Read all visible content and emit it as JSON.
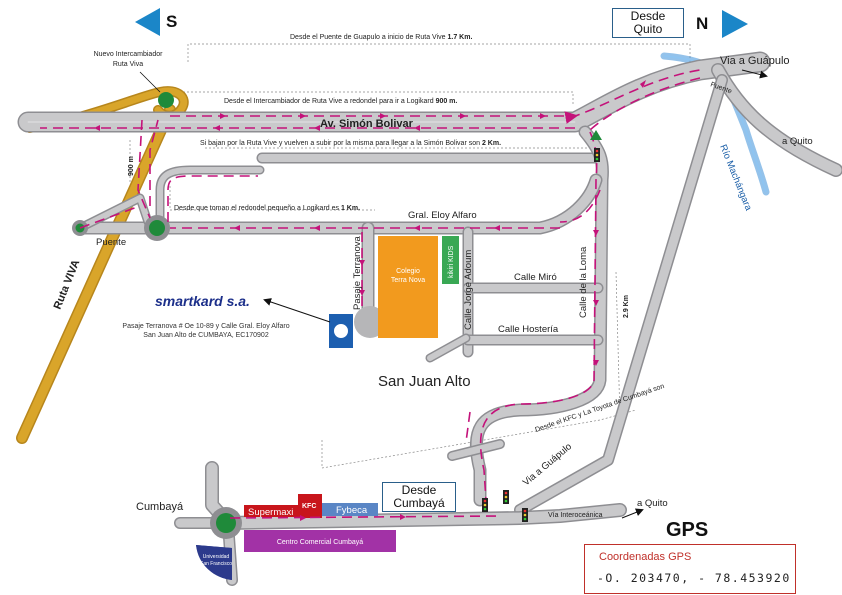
{
  "compass": {
    "south": "S",
    "north": "N"
  },
  "boxes": {
    "desde_quito": "Desde Quito",
    "desde_cumbaya": "Desde Cumbayá"
  },
  "distances": {
    "guapulo_to_ruta_viva_label": "Desde el Puente de Guapulo a inicio de Ruta Vive",
    "guapulo_to_ruta_viva_value": "1.7 Km.",
    "intercambiador_label": "Desde el Intercambiador de Ruta Vive a redondel para ir a Logikard",
    "intercambiador_value": "900 m.",
    "bajan_label": "Si bajan por la Ruta Vive y vuelven a subir por la misma para llegar a la Simón Bolivar son",
    "bajan_value": "2 Km.",
    "redondel_label": "Desde que toman el redondel pequeño a Logikard es",
    "redondel_value": "1 Km.",
    "vertical_900": "900 m",
    "kfc_label": "Desde el KFC y La Toyota de Cumbayá son",
    "kfc_value": "2.9 Km"
  },
  "labels": {
    "nuevo_intercambiador": "Nuevo Intercambiador",
    "ruta_viva_small": "Ruta Viva",
    "av_simon_bolivar": "Av. Simón Bolivar",
    "via_a_guapulo_top": "Via a Guápulo",
    "puente_top": "Puente",
    "a_quito_top": "a Quito",
    "rio_machangara": "Río Machángara",
    "gral_eloy_alfaro": "Gral. Eloy Alfaro",
    "puente_left": "Puente",
    "ruta_viva_big": "Ruta VIVA",
    "pasaje_terranova": "Pasaje Terranova",
    "colegio_terra_nova": [
      "Colegio",
      "Terra Nova"
    ],
    "kikiri_kids": "kikiri KIDS",
    "calle_jorge_adoum": "Calle Jorge Adoum",
    "calle_miro": "Calle Miró",
    "calle_hosteria": "Calle Hostería",
    "calle_de_la_loma": "Calle de la Loma",
    "san_juan_alto": "San Juan Alto",
    "via_a_guapulo_bottom": "Via a Guápulo",
    "via_interoceanica": "Vía Interoceánica",
    "a_quito_bottom": "a Quito",
    "cumbaya": "Cumbayá",
    "supermaxi": "Supermaxi",
    "kfc": "KFC",
    "fybeca": "Fybeca",
    "centro_comercial": "Centro Comercial Cumbayá",
    "universidad": [
      "Universidad",
      "San Francisco"
    ]
  },
  "company": {
    "name": "smartkard s.a.",
    "address_line1": "Pasaje Terranova # Oe 10-89 y Calle Gral. Eloy Alfaro",
    "address_line2": "San Juan Alto de CUMBAYA, EC170902"
  },
  "gps": {
    "heading": "GPS",
    "title": "Coordenadas GPS",
    "coordinates": "-O. 203470, - 78.453920"
  },
  "colors": {
    "road": "#c9c9cb",
    "road_edge": "#8e8e92",
    "ruta_viva": "#d9a52a",
    "route": "#c4127a",
    "roundabout": "#1f8a3a",
    "school": "#f29a1e",
    "kids": "#39a854",
    "supermaxi": "#c8151b",
    "fybeca": "#5a86c5",
    "centro_comercial": "#a232a6",
    "universidad": "#2c3a8c",
    "river": "#3d8fd8",
    "compass_arrow": "#1b86c8",
    "company_icon": "#1d5fb0"
  }
}
